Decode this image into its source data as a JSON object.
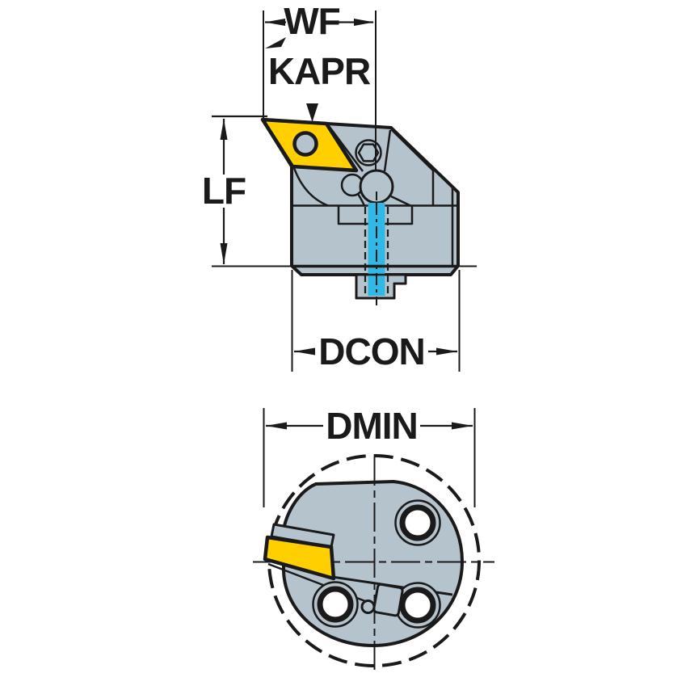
{
  "drawing": {
    "labels": {
      "wf": "WF",
      "kapr": "KAPR",
      "lf": "LF",
      "dcon": "DCON",
      "dmin": "DMIN"
    },
    "colors": {
      "body": "#B5C3CC",
      "insert": "#FFCF00",
      "coolant": "#2FB9E4",
      "line": "#1A1A1A",
      "background": "#FFFFFF",
      "hole": "#FFFFFF"
    }
  }
}
